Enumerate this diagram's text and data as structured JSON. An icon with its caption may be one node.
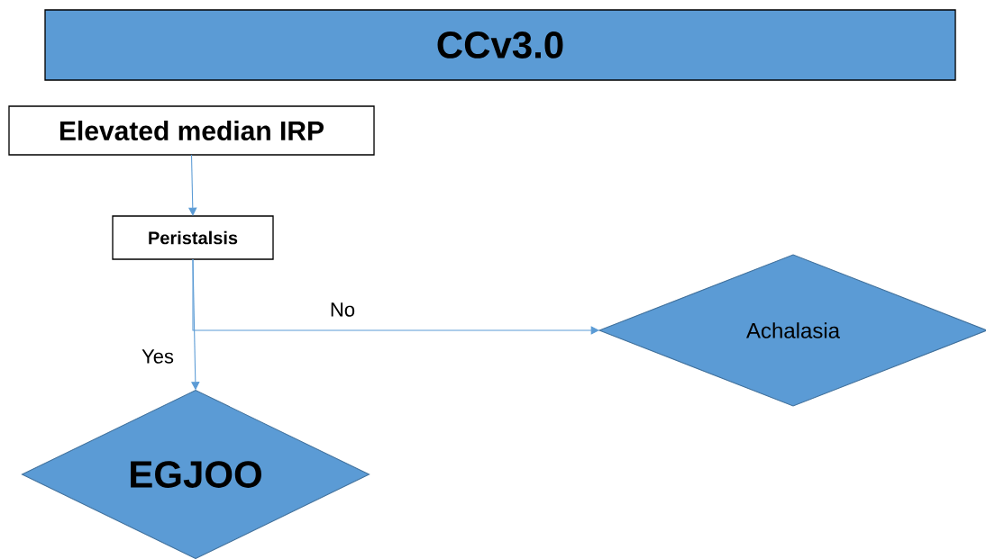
{
  "diagram": {
    "title": "CCv3.0",
    "nodes": [
      {
        "text": [
          "Elevated median IRP"
        ]
      },
      {
        "text": [
          "Peristalsis"
        ]
      },
      {
        "text": [
          "Achalasia"
        ]
      },
      {
        "text": [
          "EGJOO"
        ]
      }
    ],
    "edges": [
      {
        "from": 0,
        "to": 1,
        "arrow": "to"
      },
      {
        "from": 1,
        "to": 2,
        "arrow": "to",
        "label": "No"
      },
      {
        "from": 1,
        "to": 3,
        "arrow": "to",
        "label": "Yes"
      }
    ]
  }
}
